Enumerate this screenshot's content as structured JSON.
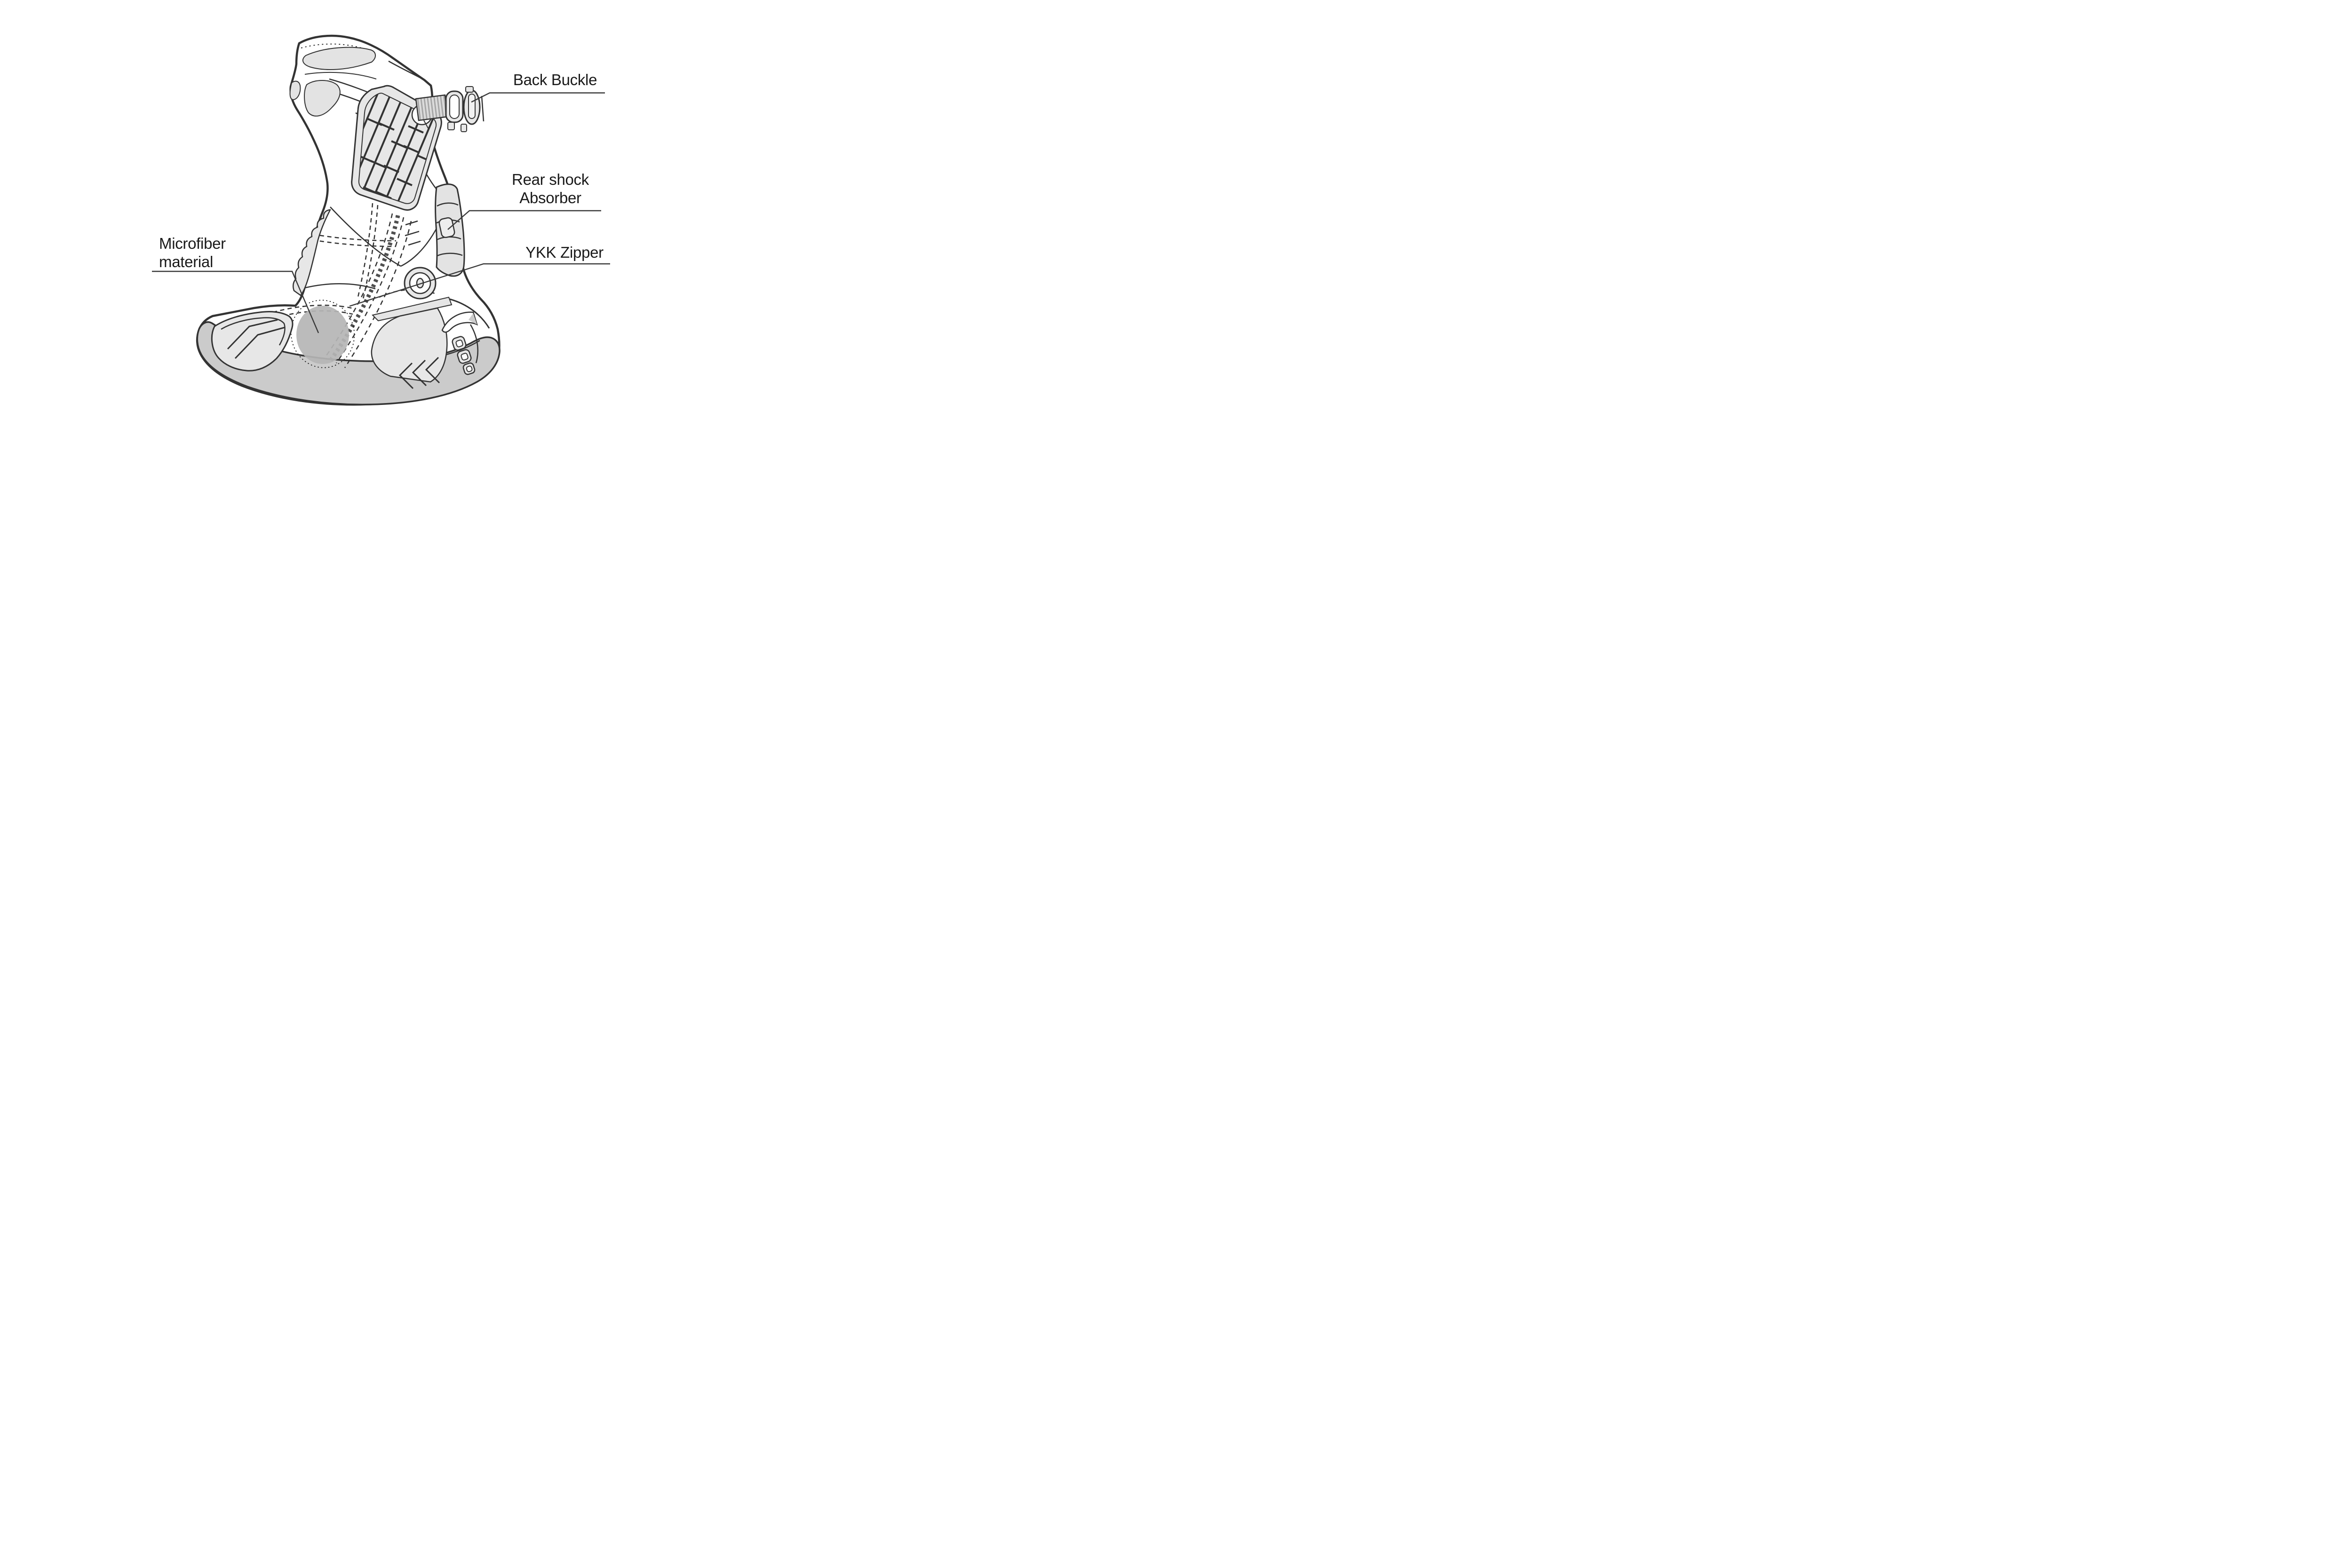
{
  "diagram": {
    "callouts": {
      "back_buckle": {
        "text": "Back Buckle"
      },
      "rear_shock": {
        "line1": "Rear shock",
        "line2": "Absorber"
      },
      "ykk_zipper": {
        "text": "YKK Zipper"
      },
      "microfiber": {
        "line1": "Microfiber",
        "line2": "material"
      }
    },
    "colors": {
      "background": "#ffffff",
      "outline": "#333333",
      "panel_gray": "#e7e7e7",
      "sole_gray": "#cbcbcb",
      "shock_gray": "#e3e3e3",
      "microfiber_gray": "#b5b5b5",
      "zipper_teeth": "#4f4f4f",
      "callout_line": "#3a3a3a",
      "label_text": "#1a1a1a"
    }
  }
}
